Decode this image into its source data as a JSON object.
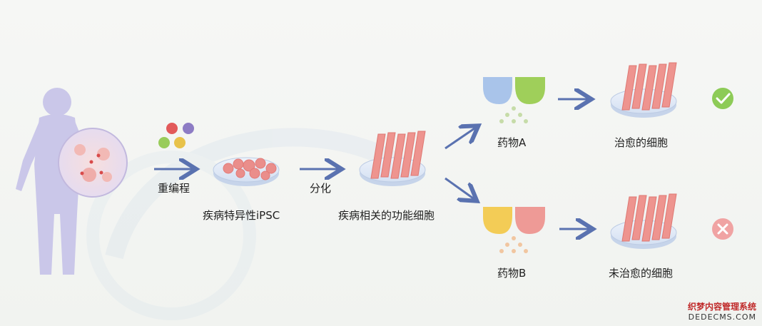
{
  "steps": {
    "reprogram": "重编程",
    "ipsc": "疾病特异性iPSC",
    "differentiate": "分化",
    "disease_cells": "疾病相关的功能细胞",
    "drug_a": "药物A",
    "drug_b": "药物B",
    "cured": "治愈的细胞",
    "not_cured": "未治愈的细胞"
  },
  "watermark": {
    "line1": "织梦内容管理系统",
    "line2": "DEDECMS.COM"
  },
  "colors": {
    "arrow": "#5a72b0",
    "body": "#c9c6e8",
    "cell_red": "#e98a87",
    "dish": "#dfe8f6",
    "check_green": "#8dcb57",
    "cross_red": "#f0a3a3",
    "capsule_a_left": "#a9c4ea",
    "capsule_a_right": "#9fcf5a",
    "capsule_b_left": "#f3cc56",
    "capsule_b_right": "#ee9a96"
  },
  "icons": [
    "human-body-icon",
    "magnifier-circle-icon",
    "factor-dots-icon",
    "petri-dish-icon",
    "muscle-cells-icon",
    "capsule-icon",
    "check-icon",
    "cross-icon",
    "arrow-icon"
  ]
}
